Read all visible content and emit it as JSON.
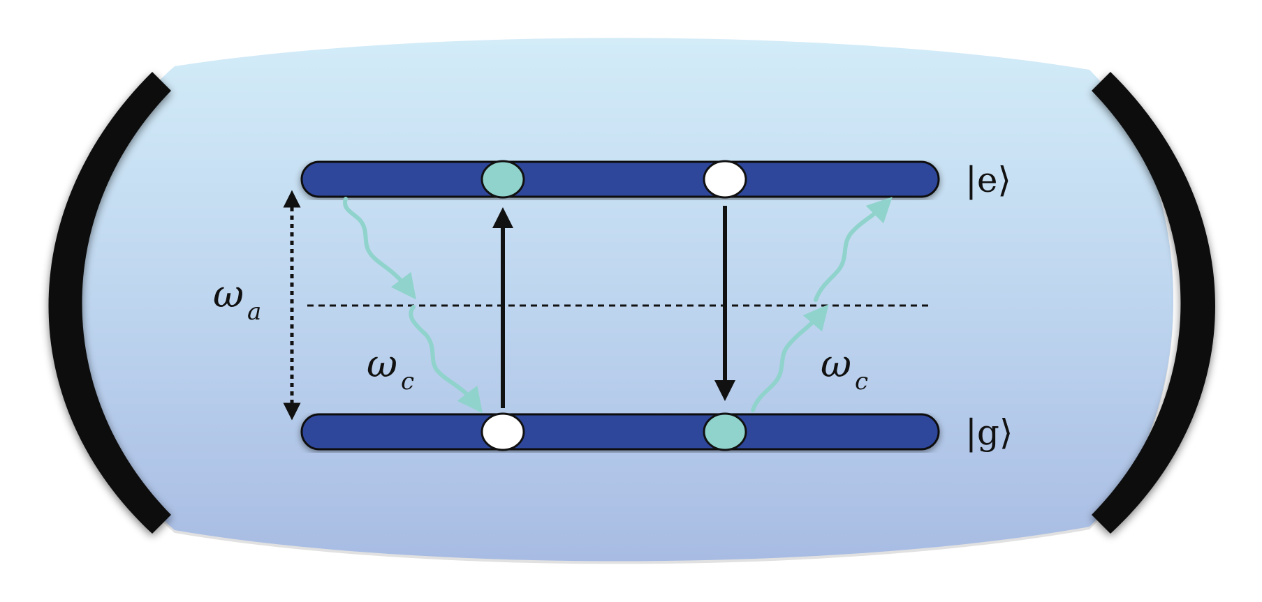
{
  "labels": {
    "excited_state": "|e⟩",
    "ground_state": "|g⟩",
    "atomic_frequency": "ω",
    "atomic_frequency_sub": "a",
    "cavity_frequency_left": "ω",
    "cavity_frequency_left_sub": "c",
    "cavity_frequency_right": "ω",
    "cavity_frequency_right_sub": "c"
  },
  "colors": {
    "level_bar": "#2f469b",
    "occupied_state": "#8fd3cc",
    "empty_state": "#ffffff",
    "photon": "#8fd3cc",
    "mirror": "#111111",
    "cavity_top": "#cfe9f6",
    "cavity_bottom": "#a9bde3"
  }
}
